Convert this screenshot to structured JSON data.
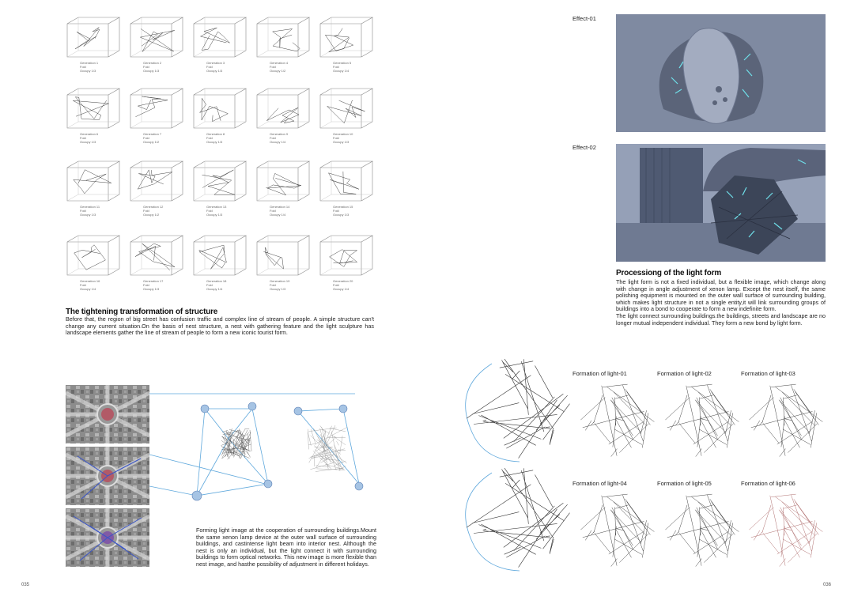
{
  "generations": [
    {
      "name": "Generation 1",
      "f": "Fold",
      "d": "Occupy 1/3"
    },
    {
      "name": "Generation 2",
      "f": "Fold",
      "d": "Occupy 1/3"
    },
    {
      "name": "Generation 3",
      "f": "Fold",
      "d": "Occupy 1/3"
    },
    {
      "name": "Generation 4",
      "f": "Fold",
      "d": "Occupy 1/2"
    },
    {
      "name": "Generation 5",
      "f": "Fold",
      "d": "Occupy 1/4"
    },
    {
      "name": "Generation 6",
      "f": "Fold",
      "d": "Occupy 1/3"
    },
    {
      "name": "Generation 7",
      "f": "Fold",
      "d": "Occupy 1/2"
    },
    {
      "name": "Generation 8",
      "f": "Fold",
      "d": "Occupy 1/3"
    },
    {
      "name": "Generation 9",
      "f": "Fold",
      "d": "Occupy 1/4"
    },
    {
      "name": "Generation 10",
      "f": "Fold",
      "d": "Occupy 1/3"
    },
    {
      "name": "Generation 11",
      "f": "Fold",
      "d": "Occupy 1/3"
    },
    {
      "name": "Generation 12",
      "f": "Fold",
      "d": "Occupy 1/2"
    },
    {
      "name": "Generation 13",
      "f": "Fold",
      "d": "Occupy 1/3"
    },
    {
      "name": "Generation 14",
      "f": "Fold",
      "d": "Occupy 1/4"
    },
    {
      "name": "Generation 15",
      "f": "Fold",
      "d": "Occupy 1/3"
    },
    {
      "name": "Generation 16",
      "f": "Fold",
      "d": "Occupy 1/4"
    },
    {
      "name": "Generation 17",
      "f": "Fold",
      "d": "Occupy 1/3"
    },
    {
      "name": "Generation 18",
      "f": "Fold",
      "d": "Occupy 1/4"
    },
    {
      "name": "Generation 19",
      "f": "Fold",
      "d": "Occupy 1/3"
    },
    {
      "name": "Generation 20",
      "f": "Fold",
      "d": "Occupy 1/4"
    }
  ],
  "tightening": {
    "title": "The tightening transformation of structure",
    "body": "Before that, the region of big street has confusion traffic and complex line of stream of people. A simple structure can't change any current situation.On the basis of nest structure, a nest with gathering feature and the light sculpture has landscape elements gather the line of stream of people to form a new iconic tourist form."
  },
  "forming": {
    "body": "Forming light image at the cooperation of surrounding buildings.Mount the same xenon lamp device at the outer wall surface of surrounding buildings, and castintense light beam into interior nest. Although the nest is only an individual, but the light connect it with surrounding buildings to form optical networks. This new image is more flexible than nest image, and hasthe possibility of adjustment in different holidays."
  },
  "effects": {
    "e1": "Effect-01",
    "e2": "Effect-02"
  },
  "processing": {
    "title": "Processiong of the light form",
    "body": "The light form is not a fixed individual, but a flexible image, which change along with change in angle adjustment of xenon lamp. Except the nest itself, the same polishing equipment is mounted on the outer wall surface of surrounding building, which makes light structure in not a single entity,it will link surrounding groups of buildings into a bond to cooperate to form a new indefinite form.\nThe light connect surrounding buildings.the buildings, streets and landscape are no longer mutual independent individual. They form a new bond by light form."
  },
  "formations": [
    "Formation of light-01",
    "Formation of light-02",
    "Formation of light-03",
    "Formation of light-04",
    "Formation of light-05",
    "Formation of light-06"
  ],
  "pages": {
    "left": "035",
    "right": "036"
  },
  "colors": {
    "photo": "#7d889e",
    "accent": "#4fb6e0",
    "diagram": "#6a9fd0"
  }
}
